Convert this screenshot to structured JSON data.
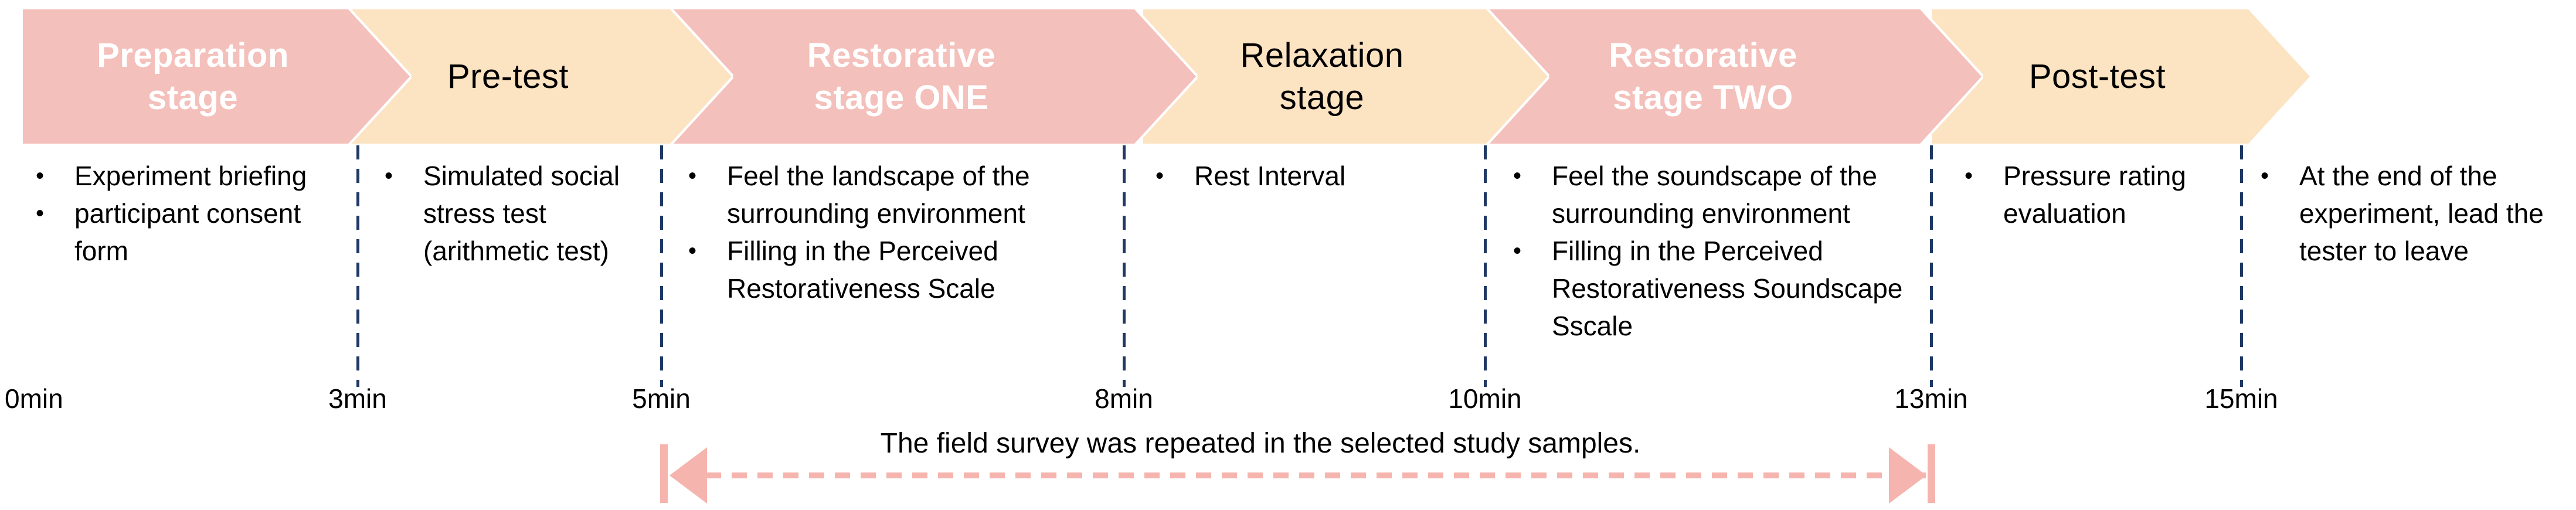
{
  "colors": {
    "pink": "#f4c0bb",
    "peach": "#fce3c2",
    "navy": "#1f3864",
    "arrow_pink": "#f5b4ad"
  },
  "stages": [
    {
      "label": "Preparation\nstage"
    },
    {
      "label": "Pre-test"
    },
    {
      "label": "Restorative\nstage ONE"
    },
    {
      "label": "Relaxation\nstage"
    },
    {
      "label": "Restorative\nstage TWO"
    },
    {
      "label": "Post-test"
    }
  ],
  "columns": [
    {
      "items": [
        "Experiment briefing",
        "participant consent form"
      ]
    },
    {
      "items": [
        "Simulated social stress test (arithmetic test)"
      ]
    },
    {
      "items": [
        "Feel the landscape of the surrounding environment",
        "Filling in the Perceived Restorativeness Scale"
      ]
    },
    {
      "items": [
        "Rest Interval"
      ]
    },
    {
      "items": [
        "Feel the soundscape of the surrounding environment",
        "Filling in the Perceived Restorativeness Soundscape Sscale"
      ]
    },
    {
      "items": [
        "Pressure rating evaluation"
      ]
    },
    {
      "items": [
        "At the end of the experiment, lead the tester to leave"
      ]
    }
  ],
  "timeline": {
    "labels": [
      "0min",
      "3min",
      "5min",
      "8min",
      "10min",
      "13min",
      "15min"
    ]
  },
  "repeat_note": {
    "text": "The field survey was repeated in the selected study samples."
  }
}
